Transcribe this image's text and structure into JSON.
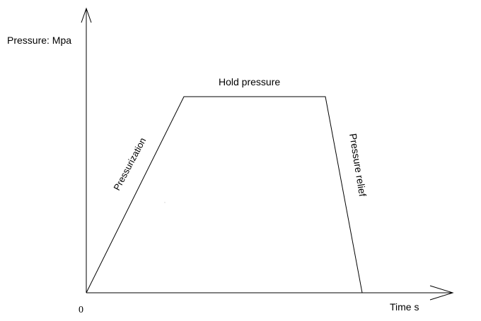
{
  "axes": {
    "y_label": "Pressure:  Mpa",
    "x_label": "Time  s",
    "origin_label": "0"
  },
  "segments": {
    "rise_label": "Pressurization",
    "hold_label": "Hold pressure",
    "fall_label": "Pressure relief"
  },
  "colors": {
    "line": "#000000",
    "background": "#ffffff"
  }
}
